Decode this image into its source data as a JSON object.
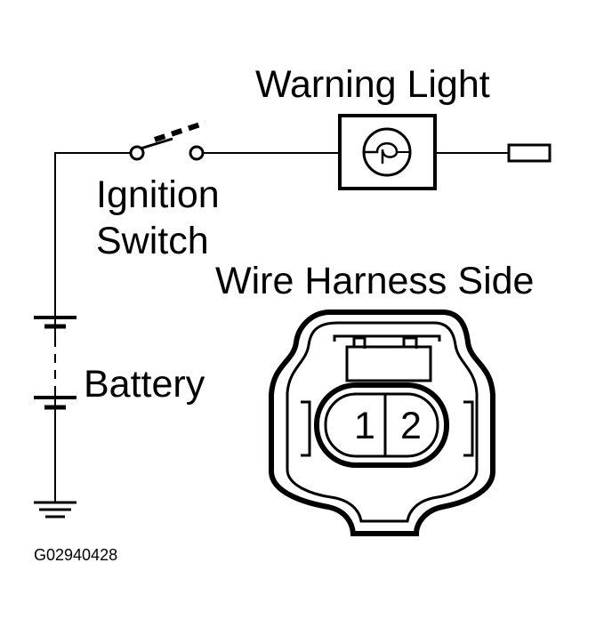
{
  "labels": {
    "warning_light": "Warning Light",
    "ignition_line1": "Ignition",
    "ignition_line2": "Switch",
    "wire_harness_side": "Wire Harness Side",
    "battery": "Battery",
    "figure_id": "G02940428"
  },
  "connector": {
    "terminals": [
      "1",
      "2"
    ]
  },
  "icons": {
    "switch": "open-switch-icon",
    "lamp": "lamp-icon",
    "battery": "battery-icon",
    "ground": "ground-icon",
    "terminal": "terminal-icon",
    "connector": "connector-icon"
  },
  "colors": {
    "ink": "#000000",
    "background": "#ffffff"
  }
}
